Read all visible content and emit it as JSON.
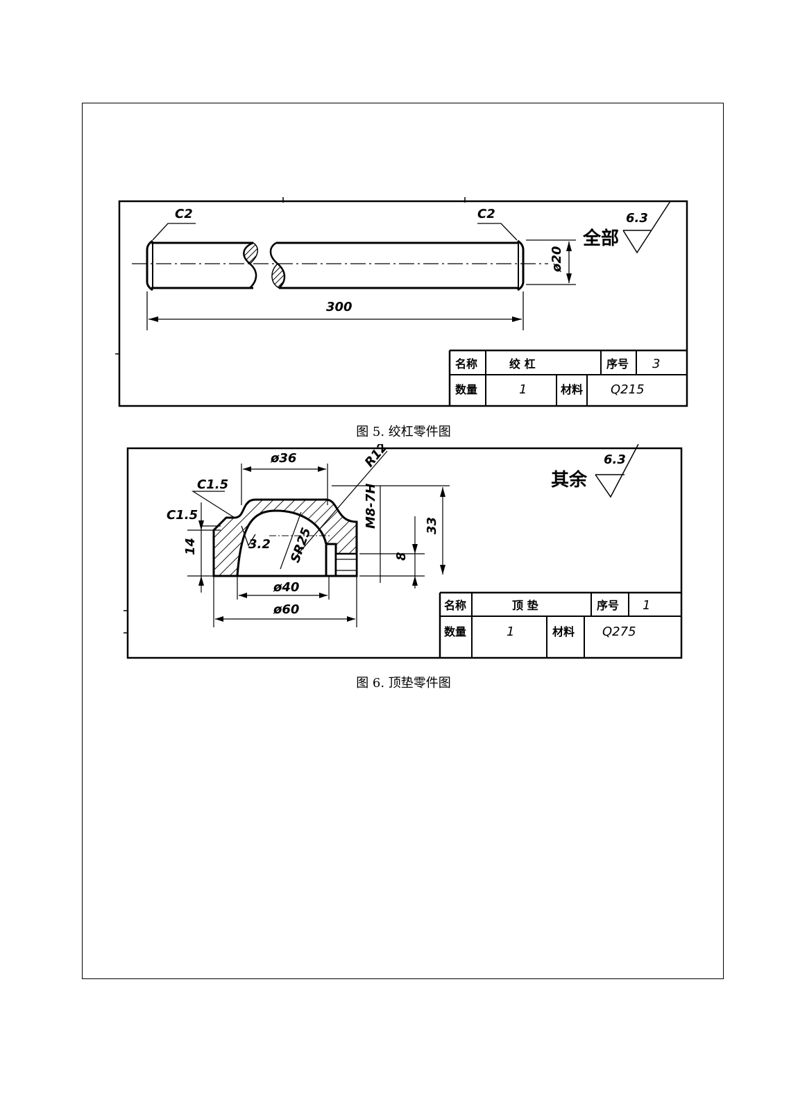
{
  "figure5": {
    "caption": "图 5.  绞杠零件图",
    "chamfer_left": "C2",
    "chamfer_right": "C2",
    "length": "300",
    "diameter": "ø20",
    "roughness_note": "全部",
    "roughness_value": "6.3",
    "title_block": {
      "name_label": "名称",
      "name_value": "绞  杠",
      "seq_label": "序号",
      "seq_value": "3",
      "qty_label": "数量",
      "qty_value": "1",
      "material_label": "材料",
      "material_value": "Q215"
    }
  },
  "figure6": {
    "caption": "图 6.  顶垫零件图",
    "dia_top": "ø36",
    "radius": "R12",
    "chamfer_upper": "C1.5",
    "chamfer_lower": "C1.5",
    "thread": "M8-7H",
    "height_total": "33",
    "height_base": "14",
    "hole_height": "8",
    "roughness_inner": "3.2",
    "sphere_radius": "SR25",
    "dia_inner": "ø40",
    "dia_outer": "ø60",
    "roughness_note": "其余",
    "roughness_value": "6.3",
    "title_block": {
      "name_label": "名称",
      "name_value": "顶  垫",
      "seq_label": "序号",
      "seq_value": "1",
      "qty_label": "数量",
      "qty_value": "1",
      "material_label": "材料",
      "material_value": "Q275"
    }
  }
}
